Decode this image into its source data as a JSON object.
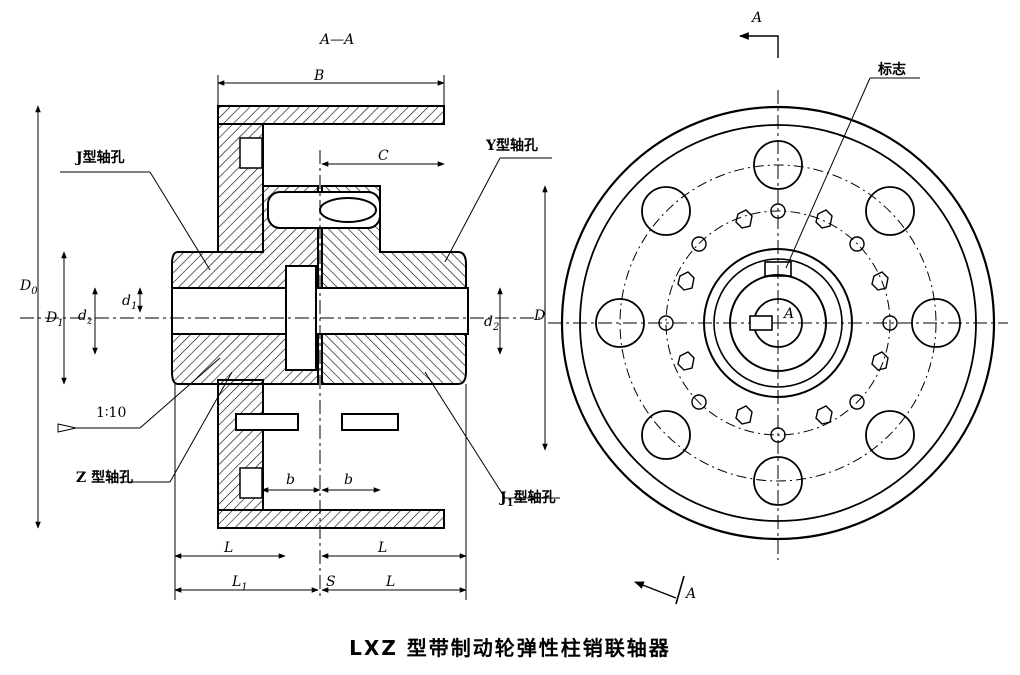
{
  "section_label": "A—A",
  "title": "LXZ 型带制动轮弹性柱销联轴器",
  "labels": {
    "j_bore": "J型轴孔",
    "y_bore": "Y型轴孔",
    "z_bore": "Z 型轴孔",
    "j1_bore_main": "J",
    "j1_bore_sub": "1",
    "j1_bore_tail": "型轴孔",
    "taper": "1∶10",
    "mark": "标志"
  },
  "dims": {
    "B": "B",
    "C": "C",
    "D": "D",
    "D0_main": "D",
    "D0_sub": "0",
    "D1_main": "D",
    "D1_sub": "1",
    "d1_main": "d",
    "d1_sub": "1",
    "dz_main": "d",
    "dz_sub": "z",
    "d2_main": "d",
    "d2_sub": "2",
    "b_left": "b",
    "b_right": "b",
    "L_left": "L",
    "L_right": "L",
    "L_bottom": "L",
    "L1_main": "L",
    "L1_sub": "1",
    "S": "S"
  },
  "view_marks": {
    "top": "A",
    "bottom": "A",
    "center": "A"
  }
}
